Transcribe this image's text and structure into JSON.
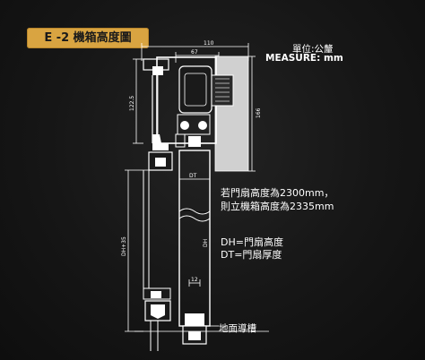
{
  "title": "E -2 機箱高度圖",
  "units": {
    "label": "單位:公釐",
    "measure": "MEASURE: mm"
  },
  "note": {
    "line1": "若門扇高度為2300mm，",
    "line2": "則立機箱高度為2335mm"
  },
  "legend": {
    "dh": "DH=門扇高度",
    "dt": "DT=門扇厚度"
  },
  "floor_track": "地面導槽",
  "dimensions": {
    "top_width": "110",
    "inner_width": "67",
    "header_height": "122.5",
    "right_height": "166",
    "door_thickness": "DT",
    "door_height": "DH",
    "total_height": "DH+35",
    "groove_width": "12"
  },
  "colors": {
    "background": "#141414",
    "badge": "#d9a441",
    "lines": "#ffffff",
    "cover": "#cfcfcf"
  }
}
